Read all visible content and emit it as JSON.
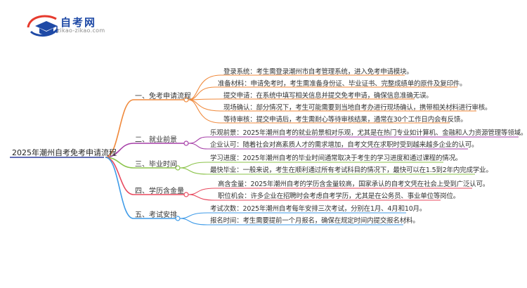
{
  "brand": {
    "name": "自考网",
    "url": "zikao-zikao.com",
    "colors": {
      "blue": "#1f4aa6",
      "red": "#e63b2e"
    }
  },
  "root": {
    "label": "2025年潮州自考免考申请流程",
    "color": "#2f3e9e"
  },
  "branches": [
    {
      "label": "一、免考申请流程",
      "color": "#f0893b",
      "leaves": [
        "登录系统：考生需登录潮州市自考管理系统，进入免考申请模块。",
        "准备材料：申请免考时，考生需准备身份证、毕业证书、完整成绩单的原件及复印件。",
        "提交申请：在系统中填写相关信息并提交免考申请，确保信息准确无误。",
        "现场确认：部分情况下，考生可能需要到当地自考办进行现场确认，携带相关材料进行审核。",
        "等待审核：提交申请后，考生需耐心等待审核结果，通常在30个工作日内会有反馈。"
      ]
    },
    {
      "label": "二、就业前景",
      "color": "#a63fa8",
      "leaves": [
        "乐观前景：2025年潮州自考的就业前景相对乐观，尤其是在热门专业如计算机、金融和人力资源管理等领域。",
        "企业认可：随着社会对高素质人才的需求增加，自考文凭在求职时受到越来越多企业的认可。"
      ]
    },
    {
      "label": "三、毕业时间",
      "color": "#8bc34a",
      "leaves": [
        "学习进度：2025年潮州自考的毕业时间通常取决于考生的学习进度和通过课程的情况。",
        "最快毕业：一般来说，考生在顺利通过所有考试科目的情况下，最快可以在1.5到2年内完成学业。"
      ]
    },
    {
      "label": "四、学历含金量",
      "color": "#e84a5f",
      "leaves": [
        "高含金量：2025年潮州自考的学历含金量较高，国家承认的自考文凭在社会上受到广泛认可。",
        "职位机会：许多企业在招聘时会考虑自考学历，尤其是在公务员、事业单位等岗位。"
      ]
    },
    {
      "label": "五、考试安排",
      "color": "#3f9be8",
      "leaves": [
        "考试次数：2025年潮州自考每年安排三次考试，分别在1月、4月和10月。",
        "报名时间：考生需要提前一个月报名，确保在规定时间内提交报名材料。"
      ]
    }
  ]
}
